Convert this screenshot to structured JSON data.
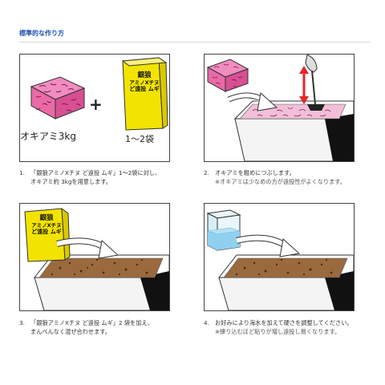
{
  "header": {
    "title": "標準的な作り方"
  },
  "panel1": {
    "okiami_label": "オキアミ3kg",
    "plus": "+",
    "bag_label": "1〜2袋",
    "bag": {
      "line1": "銀狼",
      "line2": "アミノXチヌ",
      "line3": "ど遠投 ムギ"
    }
  },
  "panel3": {
    "bag": {
      "line1": "銀狼",
      "line2": "アミノXチヌ",
      "line3": "ど遠投 ムギ"
    }
  },
  "steps": [
    {
      "num": "1.",
      "line1": "「銀狼アミノXチヌ ど遠投 ムギ」1〜2袋に対し、",
      "line2": "オキアミ約 3kgを用意します。"
    },
    {
      "num": "2.",
      "line1": "オキアミを粗めにつぶします。",
      "line2": "※オキアミは少なめの方が遠投性がよくなります。"
    },
    {
      "num": "3.",
      "line1": "「銀狼アミノXチヌ ど遠投 ムギ」2 袋を加え、",
      "line2": "まんべんなく混ぜ合わせます。"
    },
    {
      "num": "4.",
      "line1": "お好みにより海水を加えて硬さを調整してください。",
      "line2": "※練り込むほど粘りが増し遠投し易くなります。"
    }
  ],
  "colors": {
    "title_blue": "#1a4fb0",
    "block_pink": "#e96aa7",
    "bag_yellow": "#f2e300",
    "arrow_red": "#e4252b",
    "mix_brown": "#8a5a33",
    "water_blue": "#8fd0ef"
  }
}
